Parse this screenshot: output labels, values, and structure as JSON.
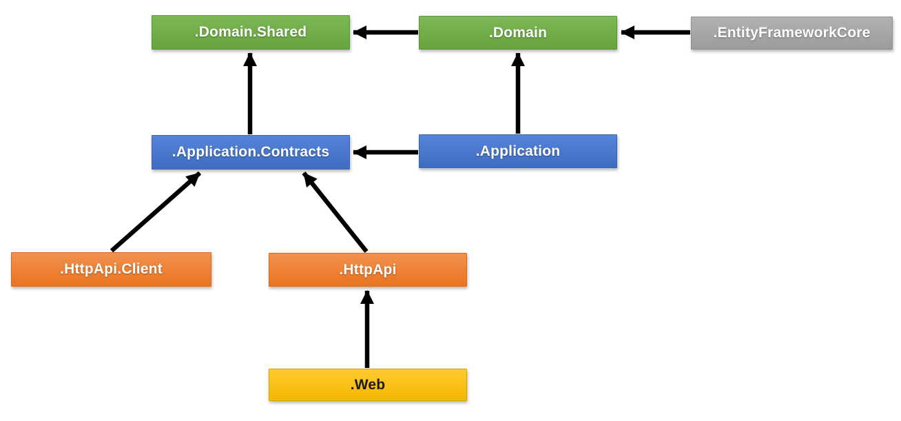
{
  "diagram": {
    "nodes": [
      {
        "id": "domain-shared",
        "label": ".Domain.Shared",
        "scheme": "green"
      },
      {
        "id": "domain",
        "label": ".Domain",
        "scheme": "green"
      },
      {
        "id": "entity-framework-core",
        "label": ".EntityFrameworkCore",
        "scheme": "gray"
      },
      {
        "id": "application-contracts",
        "label": ".Application.Contracts",
        "scheme": "blue"
      },
      {
        "id": "application",
        "label": ".Application",
        "scheme": "blue"
      },
      {
        "id": "httpapi-client",
        "label": ".HttpApi.Client",
        "scheme": "orange"
      },
      {
        "id": "httpapi",
        "label": ".HttpApi",
        "scheme": "orange"
      },
      {
        "id": "web",
        "label": ".Web",
        "scheme": "gold"
      }
    ],
    "edges": [
      {
        "from": "domain",
        "to": "domain-shared"
      },
      {
        "from": "entity-framework-core",
        "to": "domain"
      },
      {
        "from": "application-contracts",
        "to": "domain-shared"
      },
      {
        "from": "application",
        "to": "domain"
      },
      {
        "from": "application",
        "to": "application-contracts"
      },
      {
        "from": "httpapi-client",
        "to": "application-contracts"
      },
      {
        "from": "httpapi",
        "to": "application-contracts"
      },
      {
        "from": "web",
        "to": "httpapi"
      }
    ]
  },
  "palette": {
    "green": {
      "top": "#7cb956",
      "bottom": "#66a33e",
      "border": "#5d9636"
    },
    "blue": {
      "top": "#5584d8",
      "bottom": "#3e6cc1",
      "border": "#3a63b0"
    },
    "orange": {
      "top": "#f2914e",
      "bottom": "#e97420",
      "border": "#d96a1c"
    },
    "gray": {
      "top": "#b2b2b2",
      "bottom": "#9c9c9c",
      "border": "#8f8f8f"
    },
    "gold": {
      "top": "#ffcb2f",
      "bottom": "#f3b700",
      "border": "#d9a400"
    },
    "arrow": "#000000",
    "text-light": "#ffffff",
    "text-dark": "#1a1a1a",
    "background": "#ffffff"
  }
}
